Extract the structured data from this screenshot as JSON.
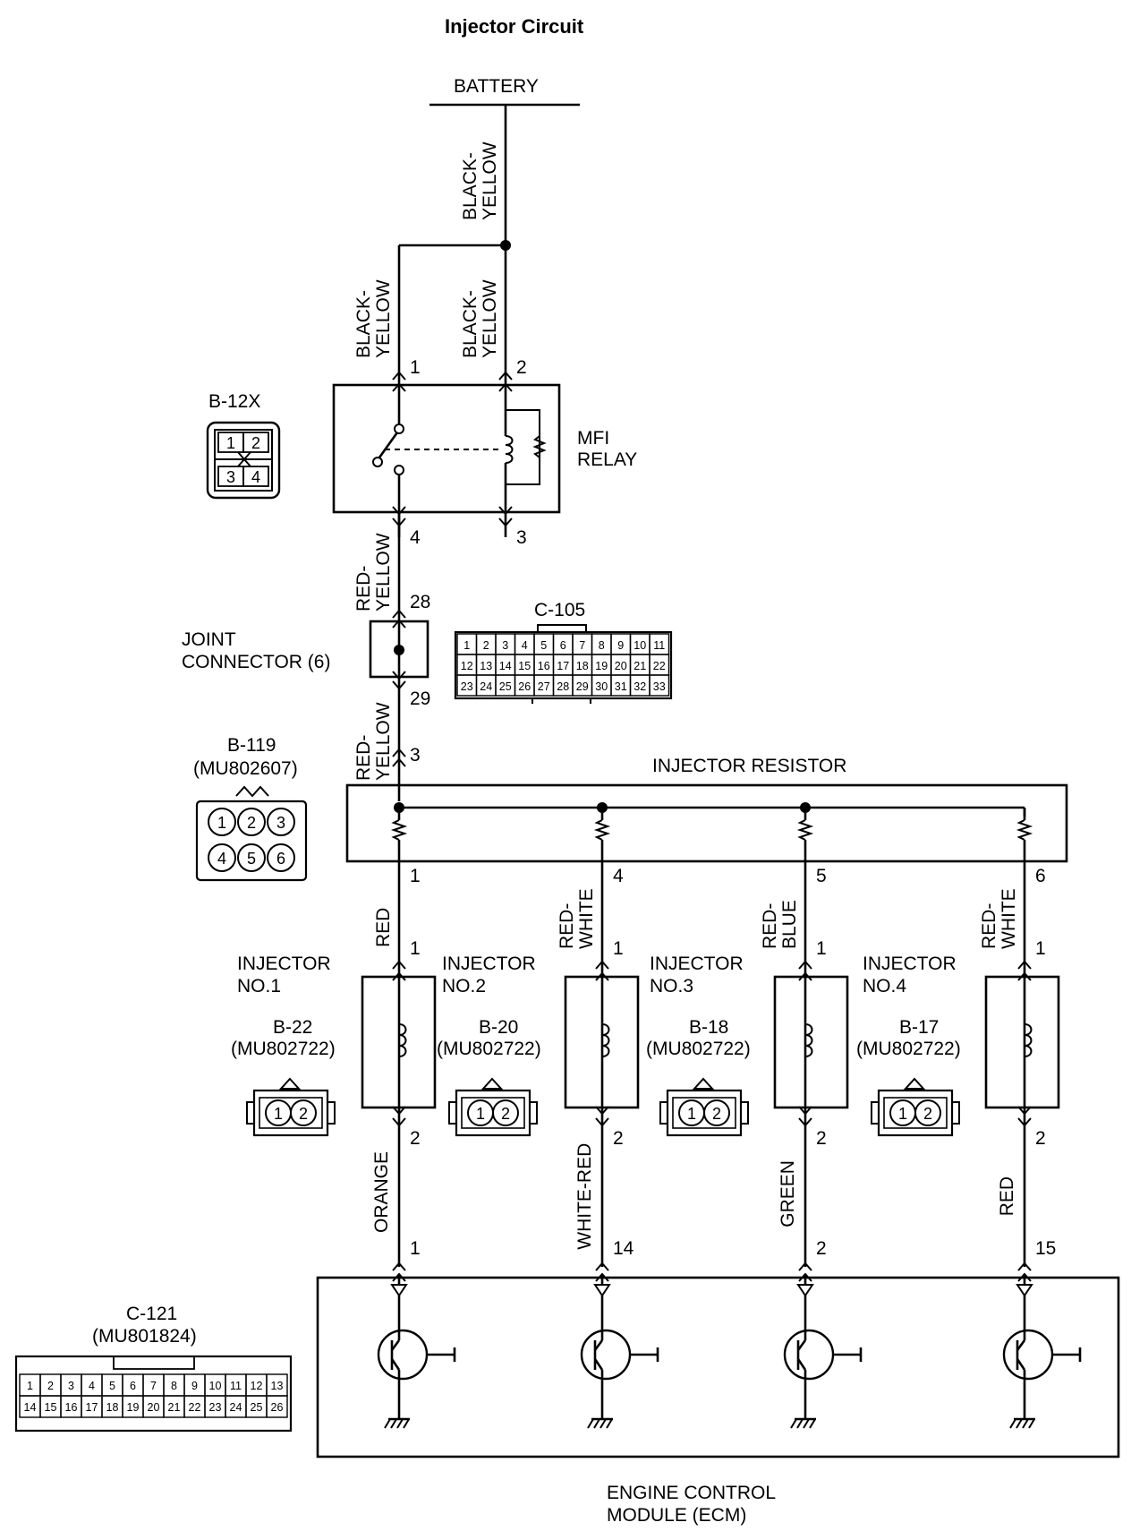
{
  "title": "Injector Circuit",
  "battery": "BATTERY",
  "wire_black_yellow": [
    "BLACK-",
    "YELLOW"
  ],
  "wire_red_yellow": [
    "RED-",
    "YELLOW"
  ],
  "mfi_relay": {
    "name": [
      "MFI",
      "RELAY"
    ],
    "connector": "B-12X",
    "pins": [
      "1",
      "2",
      "4",
      "3"
    ],
    "connector_cells": [
      "1",
      "2",
      "3",
      "4"
    ]
  },
  "joint_connector": {
    "name": [
      "JOINT",
      "CONNECTOR (6)"
    ],
    "pins": [
      "28",
      "29"
    ]
  },
  "c105": {
    "label": "C-105",
    "row1": [
      "1",
      "2",
      "3",
      "4",
      "5",
      "6",
      "7",
      "8",
      "9",
      "10",
      "11"
    ],
    "row2": [
      "12",
      "13",
      "14",
      "15",
      "16",
      "17",
      "18",
      "19",
      "20",
      "21",
      "22"
    ],
    "row3": [
      "23",
      "24",
      "25",
      "26",
      "27",
      "28",
      "29",
      "30",
      "31",
      "32",
      "33"
    ]
  },
  "b119": {
    "label": "B-119",
    "part": "(MU802607)",
    "cells": [
      "1",
      "2",
      "3",
      "4",
      "5",
      "6"
    ]
  },
  "injector_resistor": {
    "name": "INJECTOR RESISTOR",
    "in_pin": "3",
    "out_pins": [
      "1",
      "4",
      "5",
      "6"
    ]
  },
  "resistor_wires": [
    [
      "RED"
    ],
    [
      "RED-",
      "WHITE"
    ],
    [
      "RED-",
      "BLUE"
    ],
    [
      "RED-",
      "WHITE"
    ]
  ],
  "injectors": [
    {
      "name": [
        "INJECTOR",
        "NO.1"
      ],
      "connector": "B-22",
      "part": "(MU802722)",
      "pin_in": "1",
      "pin_out": "2",
      "wire_out": "ORANGE",
      "ecm_pin": "1"
    },
    {
      "name": [
        "INJECTOR",
        "NO.2"
      ],
      "connector": "B-20",
      "part": "(MU802722)",
      "pin_in": "1",
      "pin_out": "2",
      "wire_out": "WHITE-RED",
      "ecm_pin": "14"
    },
    {
      "name": [
        "INJECTOR",
        "NO.3"
      ],
      "connector": "B-18",
      "part": "(MU802722)",
      "pin_in": "1",
      "pin_out": "2",
      "wire_out": "GREEN",
      "ecm_pin": "2"
    },
    {
      "name": [
        "INJECTOR",
        "NO.4"
      ],
      "connector": "B-17",
      "part": "(MU802722)",
      "pin_in": "1",
      "pin_out": "2",
      "wire_out": "RED",
      "ecm_pin": "15"
    }
  ],
  "injector_connector_cells": [
    "1",
    "2"
  ],
  "c121": {
    "label": "C-121",
    "part": "(MU801824)",
    "row1": [
      "1",
      "2",
      "3",
      "4",
      "5",
      "6",
      "7",
      "8",
      "9",
      "10",
      "11",
      "12",
      "13"
    ],
    "row2": [
      "14",
      "15",
      "16",
      "17",
      "18",
      "19",
      "20",
      "21",
      "22",
      "23",
      "24",
      "25",
      "26"
    ]
  },
  "ecm": [
    "ENGINE CONTROL",
    "MODULE (ECM)"
  ]
}
